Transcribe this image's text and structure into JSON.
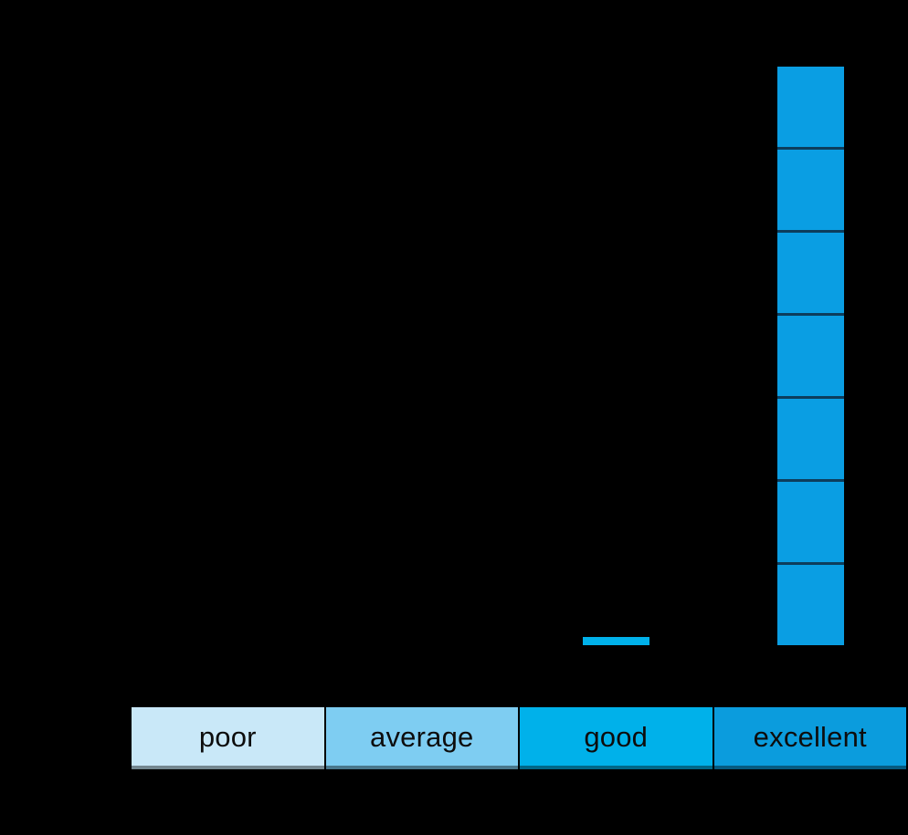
{
  "page": {
    "background": "#000000"
  },
  "chart_data": {
    "type": "bar",
    "title": "",
    "xlabel": "",
    "ylabel": "",
    "categories": [
      "poor",
      "average",
      "good",
      "excellent"
    ],
    "values": [
      0,
      0,
      0.1,
      7
    ],
    "ylim": [
      0,
      7
    ],
    "grid": false,
    "legend": "none",
    "excellent_bar_segments": 7,
    "bar_colors": [
      "#c9e8f8",
      "#7ecdf2",
      "#00b1ea",
      "#0a9ee3"
    ],
    "segment_divider_color": "#0d3d5c"
  },
  "band": {
    "text_color": "#0d0d0d",
    "cells": [
      {
        "label": "poor",
        "color": "#c9e8f8"
      },
      {
        "label": "average",
        "color": "#7ecdf2"
      },
      {
        "label": "good",
        "color": "#00b1ea"
      },
      {
        "label": "excellent",
        "color": "#0b9cdd"
      }
    ]
  }
}
